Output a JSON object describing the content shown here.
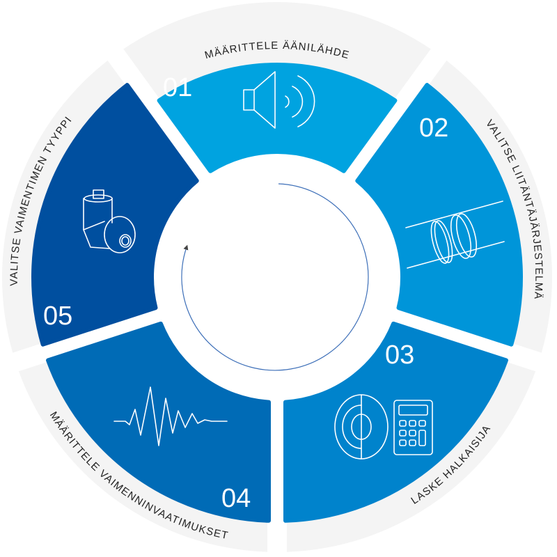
{
  "steps": [
    {
      "number": "01",
      "label": "MÄÄRITTELE ÄÄNILÄHDE",
      "icon": "speaker-icon",
      "color": "#00a3e0"
    },
    {
      "number": "02",
      "label": "VALITSE LIITÄNTÄJÄRJESTELMÄ",
      "icon": "duct-connection-icon",
      "color": "#0095d9"
    },
    {
      "number": "03",
      "label": "LASKE HALKAISIJA",
      "icon": "calculator-icon",
      "color": "#0083cc"
    },
    {
      "number": "04",
      "label": "MÄÄRITTELE VAIMENNINVAATIMUKSET",
      "icon": "waveform-icon",
      "color": "#006bb6"
    },
    {
      "number": "05",
      "label": "VALITSE VAIMENTIMEN TYYPPI",
      "icon": "silencer-icon",
      "color": "#004f9f"
    }
  ]
}
